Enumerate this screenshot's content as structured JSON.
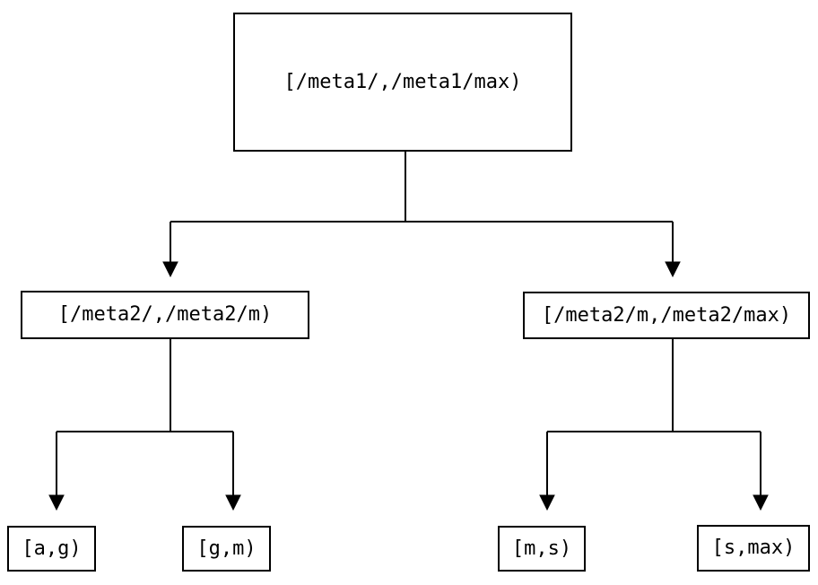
{
  "diagram": {
    "type": "tree",
    "description": "Key-range partition tree",
    "colors": {
      "background": "#ffffff",
      "line": "#000000",
      "box_border": "#000000",
      "text": "#000000"
    },
    "arrow_style": "filled-triangle-down",
    "nodes": [
      {
        "id": "root",
        "label": "[/meta1/,/meta1/max)"
      },
      {
        "id": "left-child",
        "label": "[/meta2/,/meta2/m)"
      },
      {
        "id": "right-child",
        "label": "[/meta2/m,/meta2/max)"
      },
      {
        "id": "leaf-ag",
        "label": "[a,g)"
      },
      {
        "id": "leaf-gm",
        "label": "[g,m)"
      },
      {
        "id": "leaf-ms",
        "label": "[m,s)"
      },
      {
        "id": "leaf-smax",
        "label": "[s,max)"
      }
    ],
    "edges": [
      {
        "from": "root",
        "to": "left-child"
      },
      {
        "from": "root",
        "to": "right-child"
      },
      {
        "from": "left-child",
        "to": "leaf-ag"
      },
      {
        "from": "left-child",
        "to": "leaf-gm"
      },
      {
        "from": "right-child",
        "to": "leaf-ms"
      },
      {
        "from": "right-child",
        "to": "leaf-smax"
      }
    ]
  }
}
